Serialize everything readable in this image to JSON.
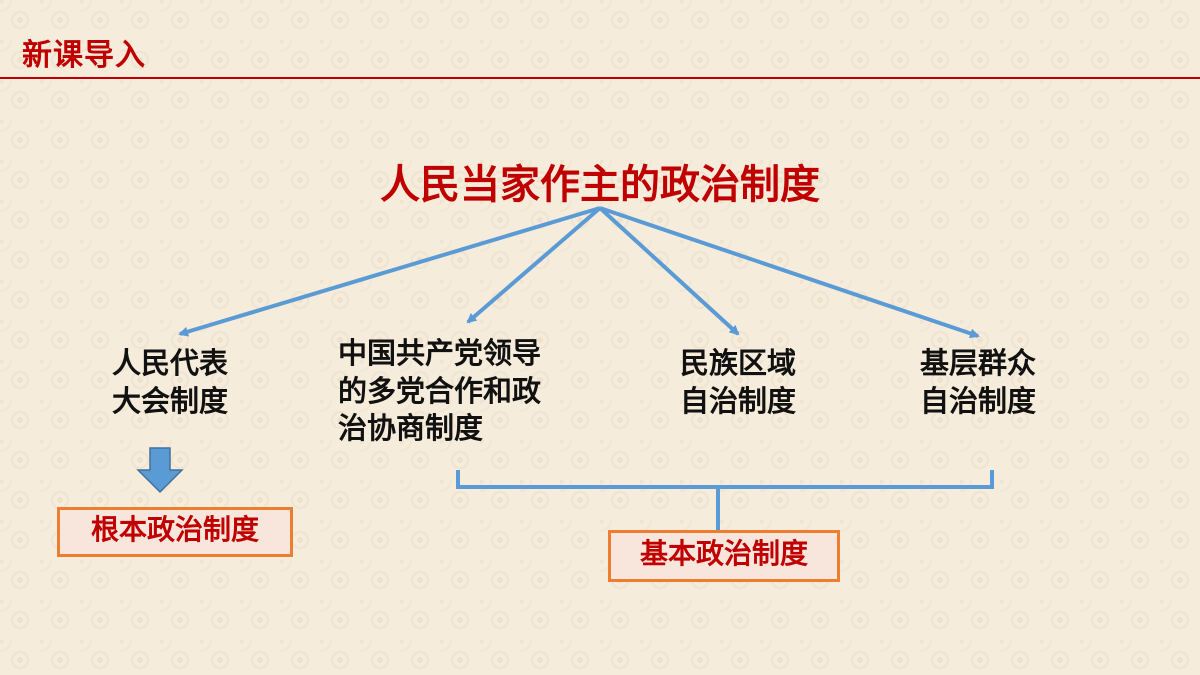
{
  "header": {
    "title": "新课导入"
  },
  "diagram": {
    "root": "人民当家作主的政治制度",
    "nodes": [
      {
        "lines": [
          "人民代表",
          "大会制度"
        ]
      },
      {
        "lines": [
          "中国共产党领导",
          "的多党合作和政",
          "治协商制度"
        ]
      },
      {
        "lines": [
          "民族区域",
          "自治制度"
        ]
      },
      {
        "lines": [
          "基层群众",
          "自治制度"
        ]
      }
    ],
    "fundamental_label": "根本政治制度",
    "basic_label": "基本政治制度"
  },
  "colors": {
    "title_red": "#c00000",
    "arrow_blue": "#5b9bd5",
    "box_border": "#ed7d31",
    "box_fill": "#f8e6dd",
    "background": "#f6ecdc"
  }
}
